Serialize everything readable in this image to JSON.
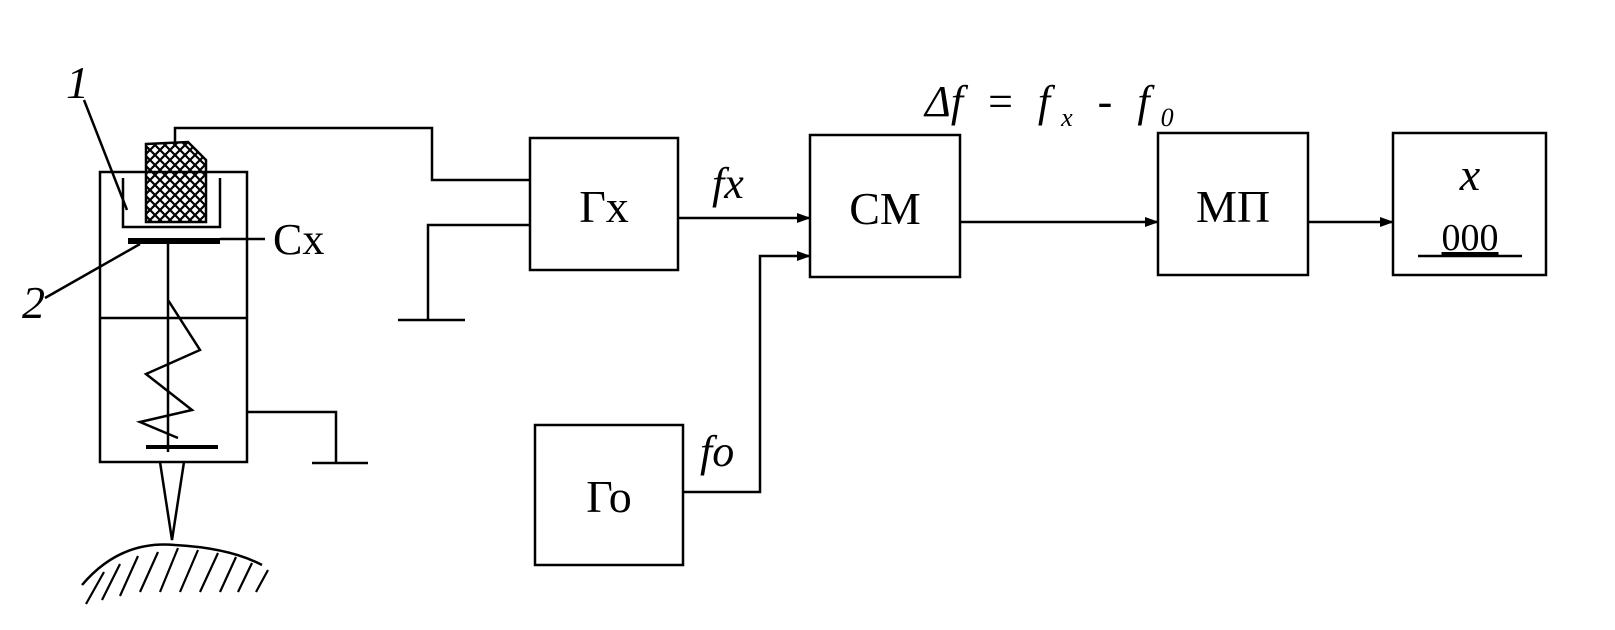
{
  "blocks": {
    "gx": "Гх",
    "go": "Го",
    "sm": "СМ",
    "mp": "МП",
    "display_var": "x",
    "display_value": "000"
  },
  "signals": {
    "fx": "fx",
    "fo": "fo"
  },
  "formula": {
    "delta": "Δf",
    "eq": "=",
    "fx_base": "f",
    "fx_sub": "x",
    "minus": "-",
    "fo_base": "f",
    "fo_sub": "0"
  },
  "sensor": {
    "label_1": "1",
    "label_2": "2",
    "capacitor": "Сх"
  }
}
